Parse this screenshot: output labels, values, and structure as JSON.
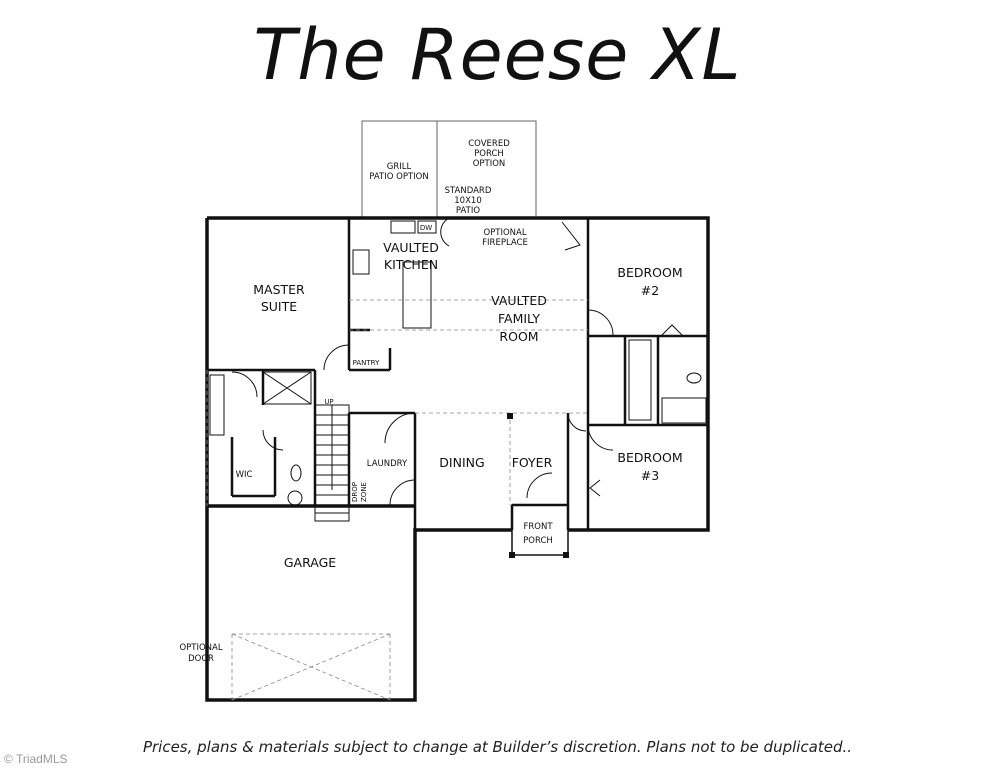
{
  "title": "The Reese XL",
  "disclaimer": "Prices, plans & materials subject to change at Builder’s discretion. Plans not to be duplicated..",
  "watermark": "© TriadMLS",
  "rooms": {
    "master": [
      "MASTER",
      "SUITE"
    ],
    "kitchen": [
      "VAULTED",
      "KITCHEN"
    ],
    "family": [
      "VAULTED",
      "FAMILY",
      "ROOM"
    ],
    "bedroom2": [
      "BEDROOM",
      "#2"
    ],
    "bedroom3": [
      "BEDROOM",
      "#3"
    ],
    "garage": "GARAGE",
    "dining": "DINING",
    "foyer": "FOYER",
    "laundry": "LAUNDRY",
    "pantry": "PANTRY",
    "wic": "WIC",
    "front_porch": [
      "FRONT",
      "PORCH"
    ],
    "drop_zone": [
      "DROP",
      "ZONE"
    ]
  },
  "labels": {
    "grill": [
      "GRILL",
      "PATIO OPTION"
    ],
    "covered": [
      "COVERED",
      "PORCH",
      "OPTION"
    ],
    "standard": [
      "STANDARD",
      "10X10",
      "PATIO"
    ],
    "fireplace": [
      "OPTIONAL",
      "FIREPLACE"
    ],
    "optional_door": [
      "OPTIONAL",
      "DOOR"
    ],
    "up": "UP",
    "dw": "DW"
  }
}
